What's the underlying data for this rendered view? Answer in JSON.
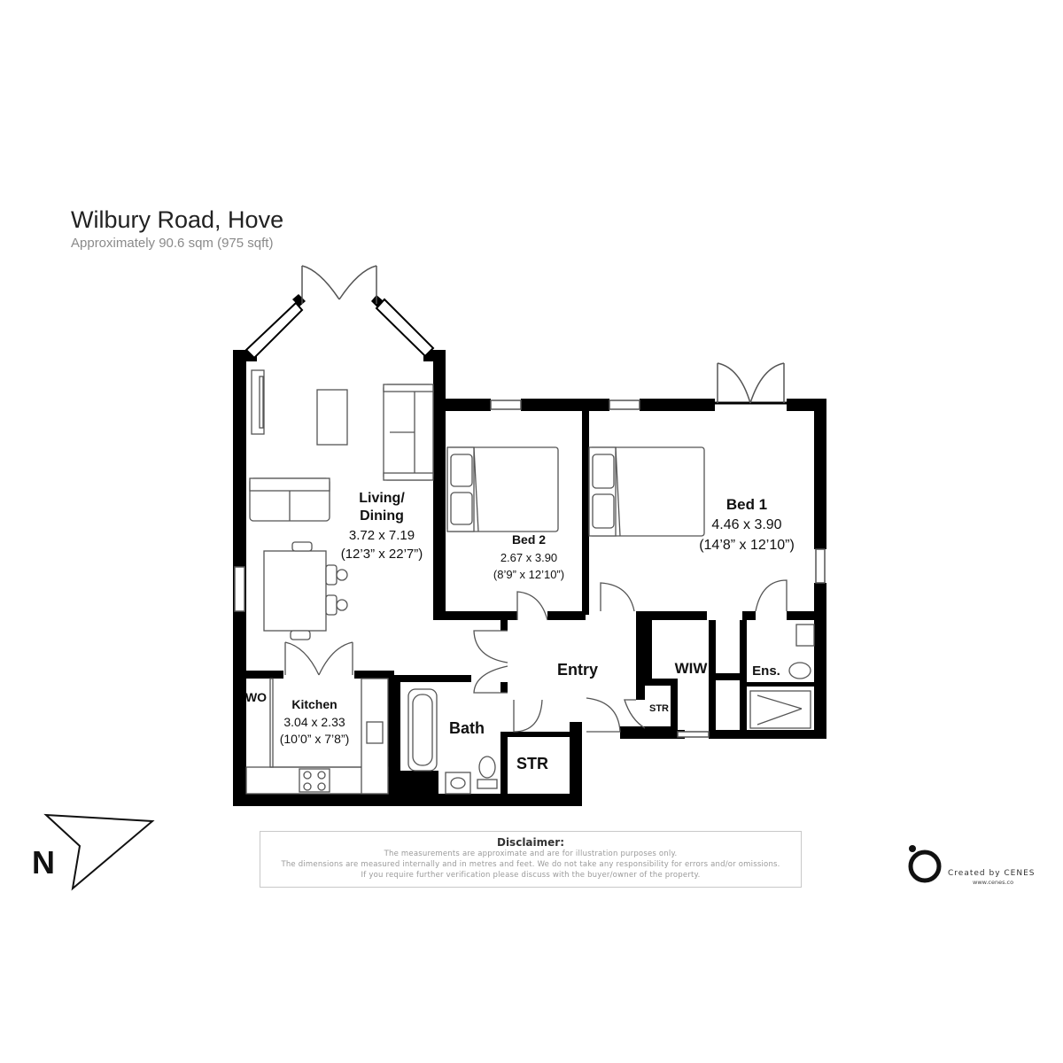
{
  "header": {
    "title": "Wilbury Road, Hove",
    "subtitle": "Approximately 90.6 sqm (975 sqft)"
  },
  "rooms": {
    "living": {
      "name_line1": "Living/",
      "name_line2": "Dining",
      "metric": "3.72 x 7.19",
      "imperial": "(12’3” x 22’7”)"
    },
    "bed2": {
      "name": "Bed 2",
      "metric": "2.67 x 3.90",
      "imperial": "(8’9” x 12’10”)"
    },
    "bed1": {
      "name": "Bed 1",
      "metric": "4.46 x 3.90",
      "imperial": "(14’8” x 12’10”)"
    },
    "kitchen": {
      "name": "Kitchen",
      "metric": "3.04 x 2.33",
      "imperial": "(10’0” x 7’8”)"
    },
    "entry": {
      "name": "Entry"
    },
    "bath": {
      "name": "Bath"
    },
    "wo": {
      "name": "WO"
    },
    "str_large": {
      "name": "STR"
    },
    "str_small": {
      "name": "STR"
    },
    "wiw": {
      "name": "WIW"
    },
    "ensuite": {
      "name": "Ens."
    }
  },
  "disclaimer": {
    "title": "Disclaimer:",
    "lines": [
      "The measurements are approximate and are for illustration purposes only.",
      "The dimensions are measured internally and in metres and feet. We do not take any responsibility for errors and/or omissions.",
      "If you require further verification please discuss with the buyer/owner of the property."
    ]
  },
  "compass": {
    "label": "N"
  },
  "branding": {
    "text": "Created by CENES",
    "url": "www.cenes.co"
  },
  "colors": {
    "wall": "#000000",
    "fixture_stroke": "#555555",
    "disclaimer_border": "#c8c8c8"
  }
}
